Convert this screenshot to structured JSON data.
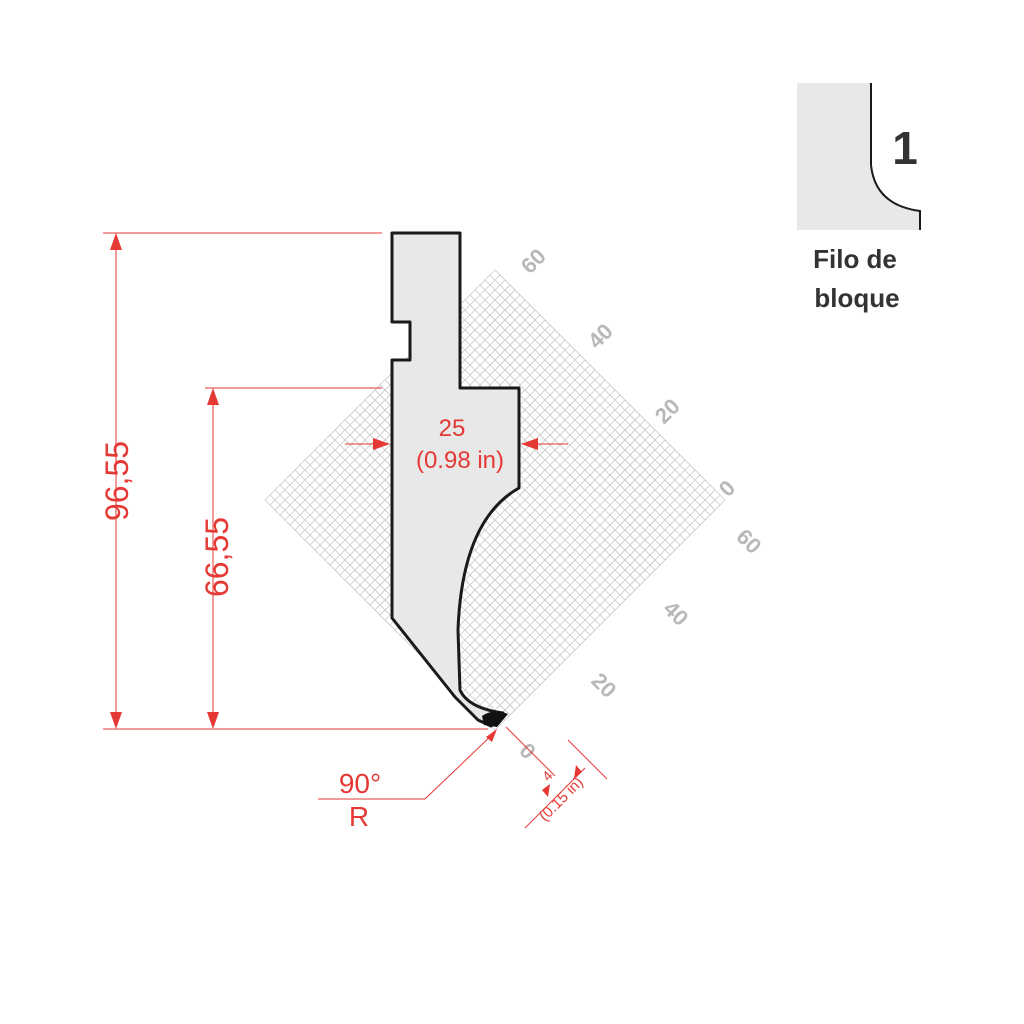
{
  "dimensions": {
    "total_height": "96,55",
    "partial_height": "66,55",
    "width_mm": "25",
    "width_in": "(0.98 in)",
    "angle": "90°",
    "radius_label": "R",
    "tip_mm": "4",
    "tip_in": "(0.15 in)"
  },
  "grid_scale": {
    "upper_ticks": [
      "60",
      "40",
      "20",
      "0"
    ],
    "lower_ticks": [
      "60",
      "40",
      "20",
      "0"
    ]
  },
  "badge": {
    "number": "1",
    "caption_line1": "Filo de",
    "caption_line2": "bloque"
  },
  "colors": {
    "dimension": "#e53935",
    "grid": "#c8c8c8",
    "tool_fill": "#e8e8e8",
    "tool_stroke": "#1a1a1a"
  }
}
